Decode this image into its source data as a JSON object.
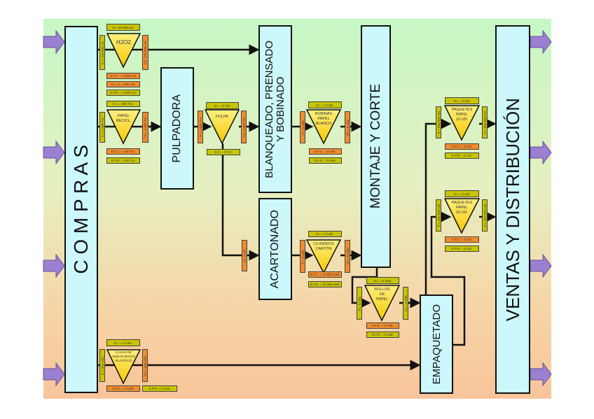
{
  "colors": {
    "block": "#ccf7fb",
    "olive": "#c9c500",
    "orange": "#f28c2c",
    "triangle": "#ffe040",
    "arrow": "#9b7fd0"
  },
  "blocks": {
    "compras": "C O M P R A S",
    "pulpadora": "PULPADORA",
    "blanqueado": "BLANQUEADO, PRENSADO\nY BOBINADO",
    "acartonado": "ACARTONADO",
    "montaje": "MONTAJE Y CORTE",
    "empaquetado": "EMPAQUETADO",
    "ventas": "VENTAS Y DISTRIBUCIÓN"
  },
  "nodes": {
    "h2o2": {
      "name": "H2O2",
      "ei": "E.I. 10.000 Lts.",
      "c": "C = 120.000 Lts.",
      "cn": "Cn. 120.000 Lts.",
      "efc": "E.F.C. = 2.000 Lts.",
      "di": "D.I. (-) = 500 Lts.",
      "efr": "E.F.R. = 1.500 Lts."
    },
    "papel": {
      "name": "PAPEL\nRECICL.",
      "ei": "E.I. = 350 Tm.",
      "c": "C = 1.500 Tm.",
      "cn": "Cn = 1.450 Tm.",
      "efc": "E.F.C. = 100 Tm.",
      "efr": "E.F.R. = 100 Tm."
    },
    "pulpa": {
      "name": "PULPA",
      "ei": "E.I. = 0 Tm.",
      "p": "P = 1.625 Tm",
      "cn": "Cn. 1.000 Tm",
      "ef": "E.F. = 0 Tm."
    },
    "bobinas": {
      "name": "BOBINAS\nPAPEL\nBLANCO",
      "ei": "E.I. = 0 Uds.",
      "p": "P = 0 Uds.",
      "cn": "Cn = 0 Uds.",
      "efc": "E.F.C. = 0 Uds.",
      "efr": "E.F.R. = 0 Uds."
    },
    "cartonado": {
      "cn": "Cn. 0 Tm."
    },
    "cilindros": {
      "name": "CILINDROS\nCARTÓN",
      "ei": "E.I. = 0 Uds.",
      "p": "P = 0 Uds.",
      "cn": "Cn = 0 Uds.",
      "efc": "E.F.C. = 10.000 Uds.",
      "efr": "E.F.R. = 10.000 Uds."
    },
    "rollos": {
      "name": "ROLLOS\nDE\nPAPEL",
      "ei": "E.I. = 0 Uds.",
      "p": "P = 0 Uds.",
      "cn": "Cn = 0 Uds.",
      "efc": "E.F.C. = 0 Uds.",
      "efr": "E.F.R. = 0 Uds."
    },
    "paq10": {
      "name": "PAQUETES\nPAPEL\n10 UD.",
      "ei": "E.I. = 0 Ud.",
      "p": "P = 640.000 Ud.",
      "v": "V = 640.000 Ud.",
      "efc": "E.F.C. = 0 Ud.",
      "efr": "E.F.R. = 0 Ud."
    },
    "paq20": {
      "name": "PAQUETES\nPAPEL\n20 UD.",
      "ei": "E.I. = 0 Ud.",
      "p": "P = 320.000 Ud.",
      "v": "V = 320.000 Ud.",
      "efc": "E.F.C. = 0 Ud.",
      "efr": "E.F.R. = 0 Ud."
    },
    "cajas": {
      "name": "CAJAS DE\n1000 PLIEGOS\nPLÁSTICO",
      "ei": "E.I. = 0 Uds.",
      "c": "C = 320 Uds.",
      "cn": "Cn = 320 Uds.",
      "efc": "E.F.C. = 0 Uds.",
      "efr": "E.F.R. = 0 Uds."
    }
  }
}
